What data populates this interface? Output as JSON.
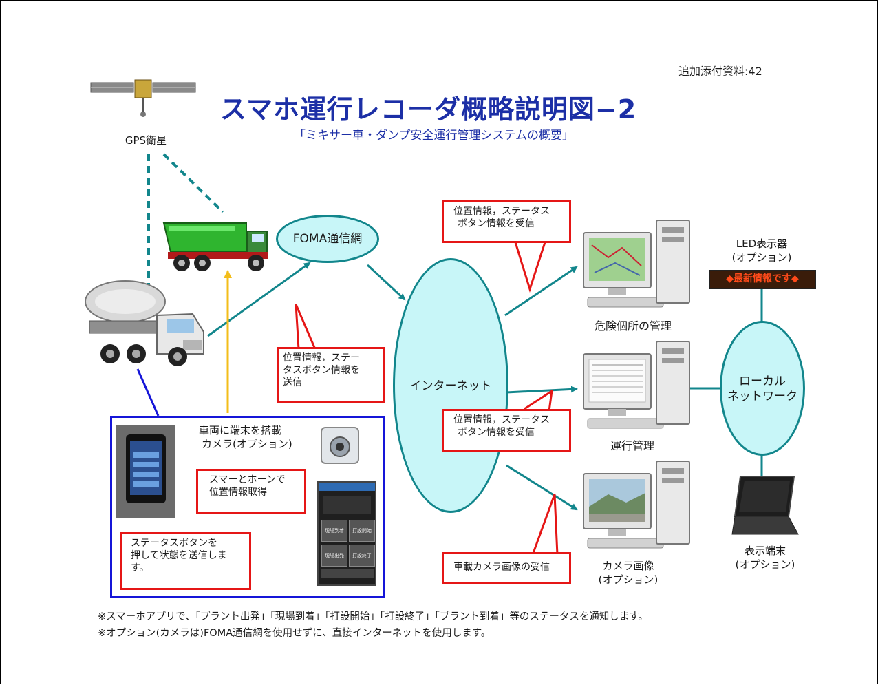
{
  "doc_ref": "追加添付資料:42",
  "title": "スマホ運行レコーダ概略説明図−2",
  "subtitle": "「ミキサー車・ダンプ安全運行管理システムの概要」",
  "labels": {
    "gps": "GPS衛星",
    "foma": "FOMA通信網",
    "internet": "インターネット",
    "local_network_line1": "ローカル",
    "local_network_line2": "ネットワーク",
    "led_line1": "LED表示器",
    "led_line2": "(オプション)",
    "led_screen": "◆最新情報です◆",
    "danger": "危険個所の管理",
    "operation": "運行管理",
    "camera_image_line1": "カメラ画像",
    "camera_image_line2": "(オプション)",
    "display_terminal_line1": "表示端末",
    "display_terminal_line2": "(オプション)",
    "vehicle_line1": "車両に端末を搭載",
    "vehicle_line2": "カメラ(オプション)"
  },
  "callouts": {
    "receive_top": [
      "位置情報，ステータス",
      "ボタン情報を受信"
    ],
    "send": [
      "位置情報，ステー",
      "タスボタン情報を",
      "送信"
    ],
    "receive_mid": [
      "位置情報，ステータス",
      "ボタン情報を受信"
    ],
    "camera_receive": "車載カメラ画像の受信",
    "smartphone": [
      "スマーとホーンで",
      "位置情報取得"
    ],
    "status_button": [
      "ステータスボタンを",
      "押して状態を送信しま",
      "す。"
    ]
  },
  "phone_screen_buttons": [
    "現場到着",
    "打設開始",
    "現場出発",
    "打設終了"
  ],
  "notes": [
    "※スマーホアプリで、「プラント出発」「現場到着」「打設開始」「打設終了」「プラント到着」等のステータスを通知します。",
    "※オプション(カメラは)FOMA通信網を使用せずに、直接インターネットを使用します。"
  ],
  "colors": {
    "title": "#1c2fa6",
    "network_fill": "#c8f6f8",
    "network_line": "#12868c",
    "callout": "#e51616",
    "vehicle_box": "#1515d8",
    "camera_arrow": "#f3bd1a"
  }
}
